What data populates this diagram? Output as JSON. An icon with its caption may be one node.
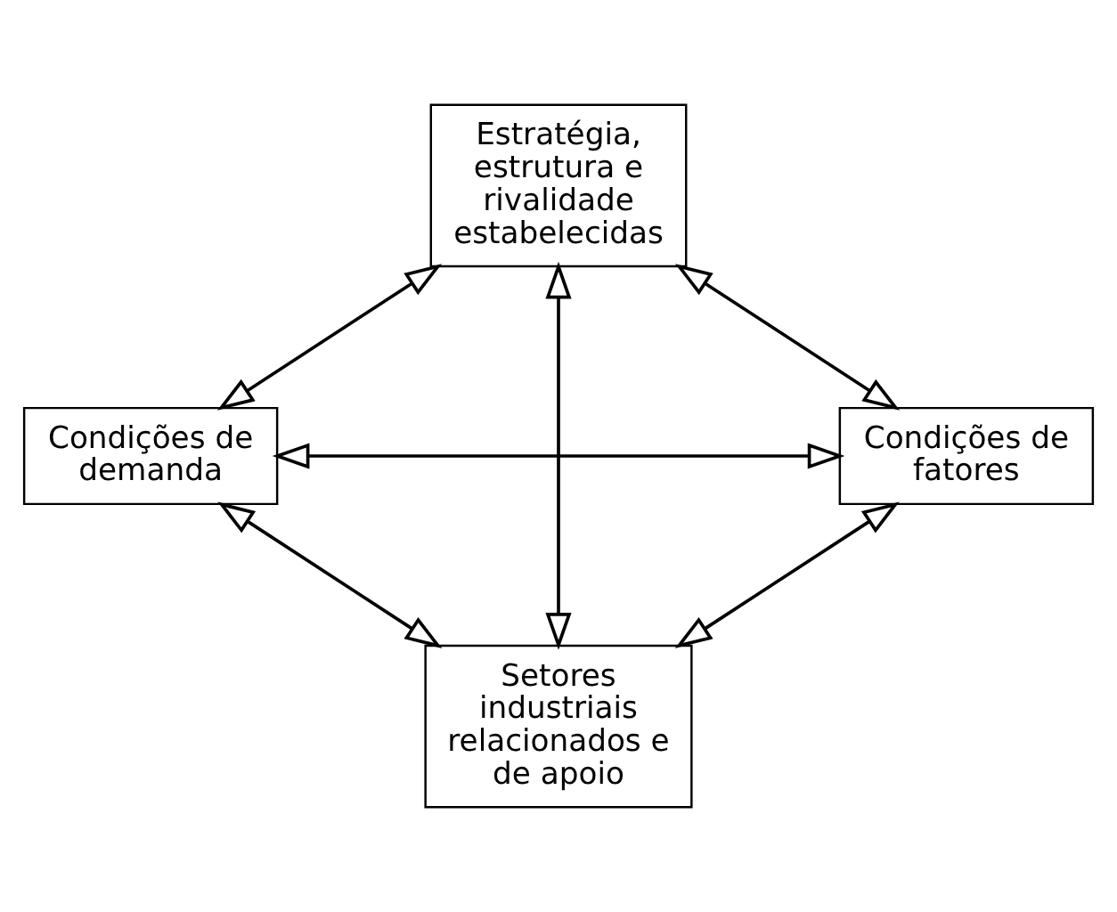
{
  "diagram": {
    "nodes": [
      {
        "text": [
          "Estratégia, estrutura e rivalidade estabelecidas"
        ]
      },
      {
        "text": [
          "Condições de demanda"
        ]
      },
      {
        "text": [
          "Condições de fatores"
        ]
      },
      {
        "text": [
          "Setores industriais relacionados e de apoio"
        ]
      }
    ],
    "edges": [
      {
        "from": 0,
        "to": 1,
        "arrow": "both"
      },
      {
        "from": 0,
        "to": 2,
        "arrow": "both"
      },
      {
        "from": 1,
        "to": 3,
        "arrow": "both"
      },
      {
        "from": 2,
        "to": 3,
        "arrow": "both"
      },
      {
        "from": 0,
        "to": 3,
        "arrow": "both"
      },
      {
        "from": 1,
        "to": 2,
        "arrow": "both"
      }
    ]
  }
}
